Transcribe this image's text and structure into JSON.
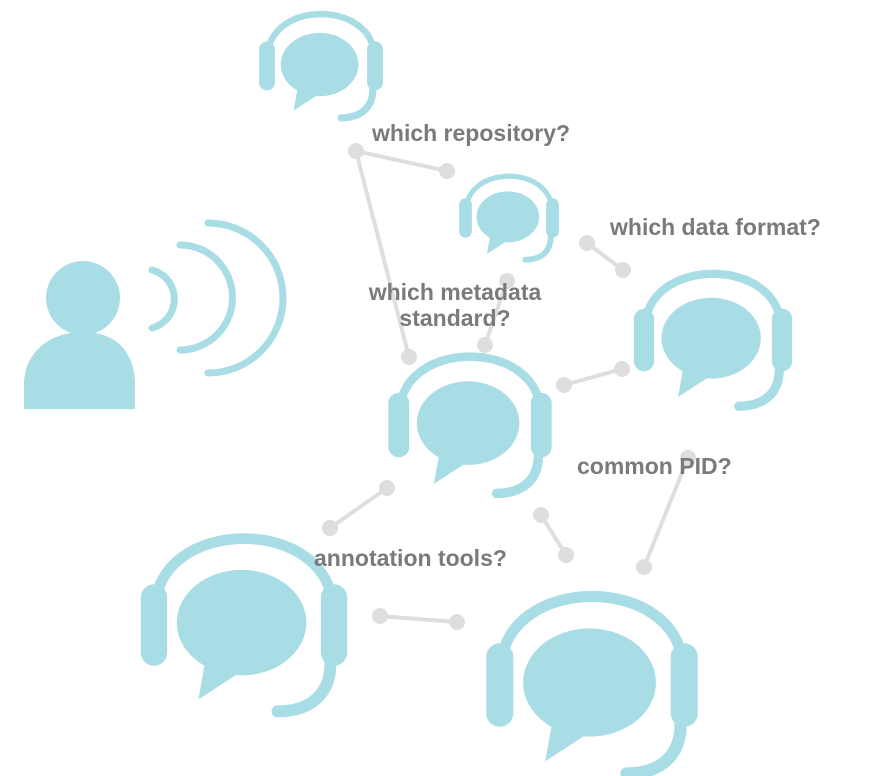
{
  "questions": {
    "repository": "which repository?",
    "data_format": "which data format?",
    "metadata_line1": "which metadata",
    "metadata_line2": "standard?",
    "pid": "common PID?",
    "annotation": "annotation tools?"
  },
  "colors": {
    "icon": "#a8dde5",
    "connector": "#dedede",
    "text": "#7a7a7a",
    "background": "#ffffff"
  },
  "icons": {
    "person": "person-speaking-icon",
    "headset": "headset-chat-icon"
  }
}
